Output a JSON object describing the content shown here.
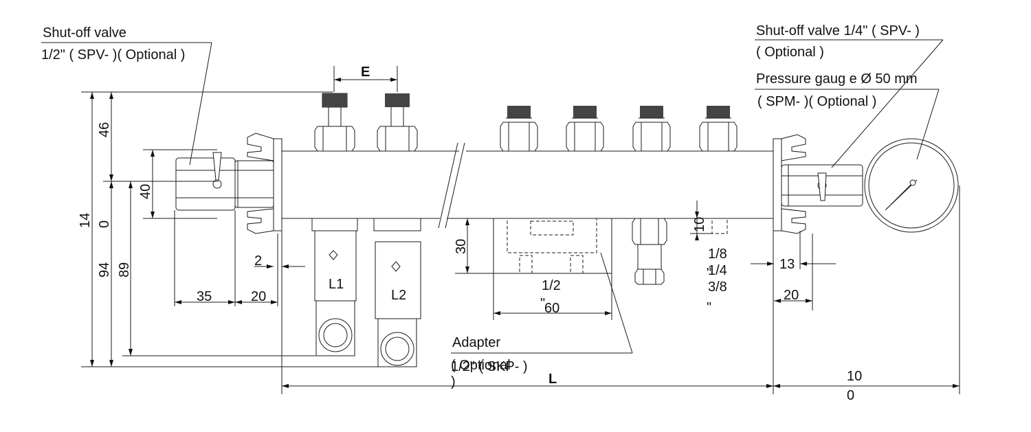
{
  "callouts": {
    "left_valve_line1": "Shut-off valve",
    "left_valve_line2": "1/2\"  ( SPV- )( Optional )",
    "right_valve_line1": "Shut-off valve 1/4\" ( SPV- )",
    "right_valve_line2": "( Optional )",
    "gauge_line1": "Pressure gaug e Ø 50 mm",
    "gauge_line2": "( SPM- )( Optional )",
    "adapter_line1": "Adapter",
    "adapter_line2": "( Optional",
    "adapter_line3": ")",
    "adapter_overlap": "1/2\"  ( SKP- )"
  },
  "dimensions": {
    "E": "E",
    "L": "L",
    "d46": "46",
    "d14": "14",
    "d0": "0",
    "d40": "40",
    "d94": "94",
    "d89": "89",
    "d2": "2",
    "d35": "35",
    "d20_left": "20",
    "d30": "30",
    "d60": "60",
    "d10_small": "10",
    "d13": "13",
    "d20_right": "20",
    "d100_top": "10",
    "d100_bottom": "0"
  },
  "labels": {
    "L1": "L1",
    "L2": "L2",
    "port_half": "1/2",
    "port_half_mark": "\"",
    "port_18": "1/8",
    "port_14": "1/4",
    "port_38": "3/8",
    "port_mark1": "\"",
    "port_mark2": "\""
  }
}
